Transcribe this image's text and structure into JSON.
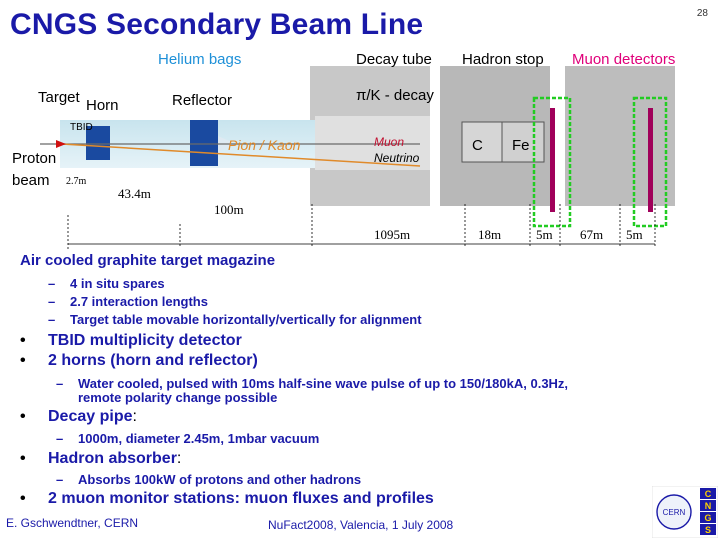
{
  "page_number": "28",
  "title": "CNGS Secondary Beam Line",
  "diagram": {
    "labels": {
      "helium_bags": "Helium bags",
      "decay_tube": "Decay tube",
      "hadron_stop": "Hadron stop",
      "muon_detectors": "Muon detectors",
      "target": "Target",
      "horn": "Horn",
      "reflector": "Reflector",
      "pi_k_decay": "π/K - decay",
      "tbid": "TBID",
      "proton": "Proton",
      "beam": "beam",
      "pion_kaon": "Pion / Kaon",
      "muon": "Muon",
      "neutrino": "Neutrino",
      "c": "C",
      "fe": "Fe"
    },
    "distances": {
      "d1": "2.7m",
      "d2": "43.4m",
      "d3": "100m",
      "d4": "1095m",
      "d5": "18m",
      "d6": "5m",
      "d7": "67m",
      "d8": "5m"
    }
  },
  "section_heading": "Air cooled graphite target magazine",
  "target_points": [
    "4 in situ spares",
    "2.7 interaction lengths",
    "Target table movable horizontally/vertically for alignment"
  ],
  "bullets": {
    "tbid": "TBID multiplicity detector",
    "horns": "2 horns (horn and reflector)",
    "horns_sub_1": "Water cooled, pulsed with 10ms half-sine wave pulse of up to 150/180kA, 0.3Hz,",
    "horns_sub_2": "remote polarity change possible",
    "decay_pipe": "Decay pipe",
    "decay_pipe_colon": ":",
    "decay_pipe_sub": "1000m, diameter 2.45m, 1mbar vacuum",
    "hadron": "Hadron absorber",
    "hadron_colon": ":",
    "hadron_sub": "Absorbs 100kW of protons and other hadrons",
    "muon": "2 muon monitor stations",
    "muon_rest": ": muon fluxes and profiles"
  },
  "footer": {
    "author": "E. Gschwendtner, CERN",
    "event": "NuFact2008, Valencia, 1 July 2008"
  },
  "logo_letters": [
    "C",
    "N",
    "G",
    "S"
  ],
  "logo_text": "CERN",
  "colors": {
    "title": "#1a1aa8",
    "muon_detectors": "#e0007a",
    "helium_bags": "#1e90d8",
    "detector_box": "#22cc22",
    "horn": "#1a4aa0"
  }
}
